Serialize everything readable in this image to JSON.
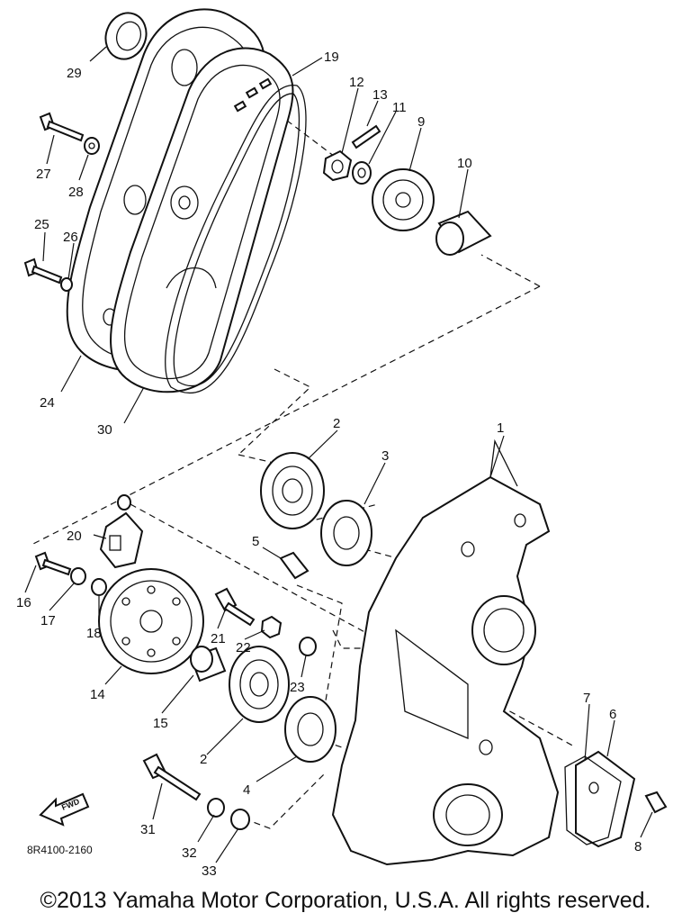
{
  "diagram": {
    "part_numbers": [
      "1",
      "2",
      "2",
      "3",
      "4",
      "5",
      "6",
      "7",
      "8",
      "9",
      "10",
      "11",
      "12",
      "13",
      "14",
      "15",
      "16",
      "17",
      "18",
      "19",
      "20",
      "21",
      "22",
      "23",
      "24",
      "25",
      "26",
      "27",
      "28",
      "29",
      "30",
      "31",
      "32",
      "33"
    ],
    "drawing_code": "8R4100-2160",
    "fwd_label": "FWD"
  },
  "footer": {
    "copyright": "©2013 Yamaha Motor Corporation, U.S.A. All rights reserved."
  }
}
